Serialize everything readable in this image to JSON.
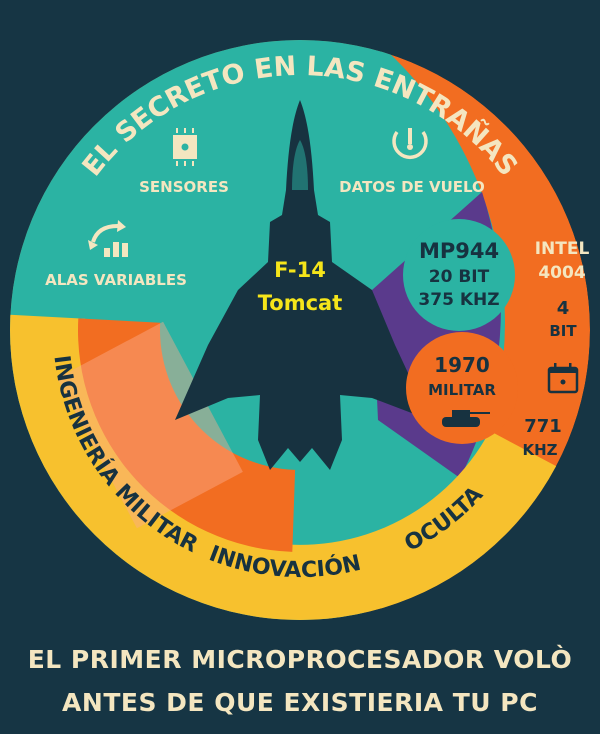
{
  "title_arc": "EL SECRETO EN LAS ENTRAÑAS",
  "features": {
    "sensors": {
      "label": "SENSORES",
      "icon": "chip-icon"
    },
    "flight_data": {
      "label": "DATOS DE VUELO",
      "icon": "gauge-icon"
    },
    "variable_wings": {
      "label": "ALAS VARIABLES",
      "icon": "swing-bars-icon"
    }
  },
  "aircraft": {
    "line1": "F-14",
    "line2": "Tomcat"
  },
  "mp944": {
    "name": "MP944",
    "bits": "20 BIT",
    "clock": "375 KHZ"
  },
  "year_badge": {
    "year": "1970",
    "label": "MILITAR",
    "icon": "tank-icon"
  },
  "intel": {
    "name_line1": "INTEL",
    "name_line2": "4004",
    "bits_num": "4",
    "bits_label": "BIT",
    "clock_num": "771",
    "clock_unit": "KHZ",
    "icon": "calendar-icon"
  },
  "band_texts": {
    "left": "INGENIERÍA MILITAR",
    "bottom": "INNOVACIÓN",
    "right": "OCULTA"
  },
  "footer": {
    "line1": "EL PRIMER MICROPROCESADOR VOLÒ",
    "line2": "ANTES DE QUE EXISTIERIA TU PC"
  },
  "colors": {
    "background": "#163544",
    "teal": "#2bb3a3",
    "orange": "#f26d21",
    "yellow": "#f7c12e",
    "purple": "#5a3a8c",
    "cream": "#f4e6c0",
    "highlight": "#f5e51a"
  }
}
